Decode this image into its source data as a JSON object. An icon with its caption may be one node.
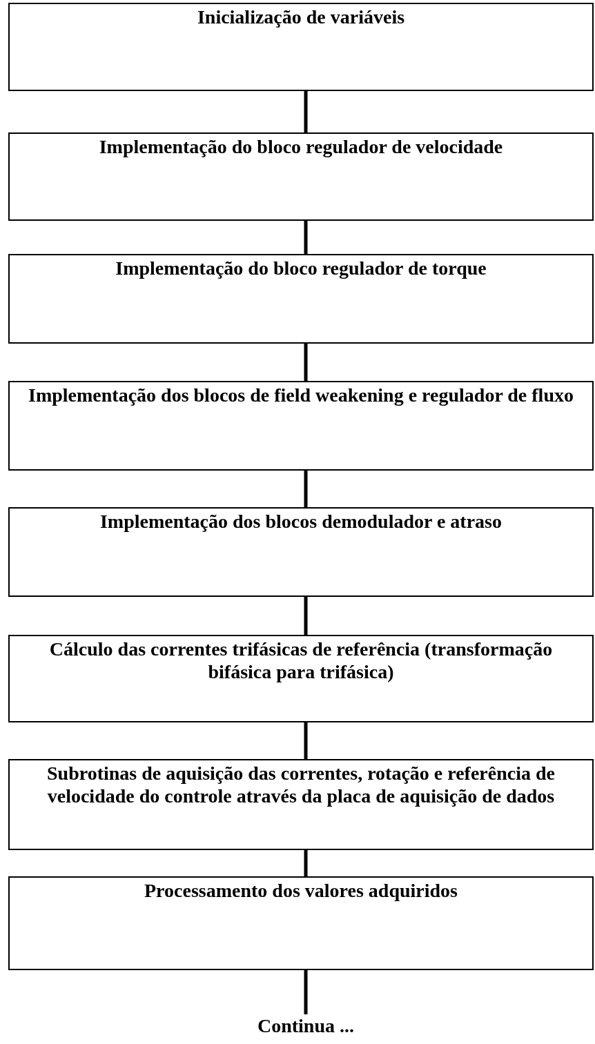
{
  "diagram": {
    "nodes": [
      {
        "text": [
          "Inicialização de variáveis"
        ]
      },
      {
        "text": [
          "Implementação do bloco regulador de velocidade"
        ]
      },
      {
        "text": [
          "Implementação do bloco regulador de torque"
        ]
      },
      {
        "text": [
          "Implementação dos blocos de field weakening e regulador de fluxo"
        ]
      },
      {
        "text": [
          "Implementação dos blocos demodulador e atraso"
        ]
      },
      {
        "text": [
          "Cálculo das correntes trifásicas de referência (transformação bifásica para trifásica)"
        ]
      },
      {
        "text": [
          "Subrotinas de aquisição das correntes, rotação e referência de velocidade do controle através da placa de aquisição de dados"
        ]
      },
      {
        "text": [
          "Processamento dos valores adquiridos"
        ]
      },
      {
        "text": [
          "Continua ..."
        ]
      }
    ],
    "edges": [
      {
        "from": 0,
        "to": 1,
        "arrow": "none"
      },
      {
        "from": 1,
        "to": 2,
        "arrow": "none"
      },
      {
        "from": 2,
        "to": 3,
        "arrow": "none"
      },
      {
        "from": 3,
        "to": 4,
        "arrow": "none"
      },
      {
        "from": 4,
        "to": 5,
        "arrow": "none"
      },
      {
        "from": 5,
        "to": 6,
        "arrow": "none"
      },
      {
        "from": 6,
        "to": 7,
        "arrow": "none"
      },
      {
        "from": 7,
        "to": 8,
        "arrow": "none"
      }
    ]
  }
}
